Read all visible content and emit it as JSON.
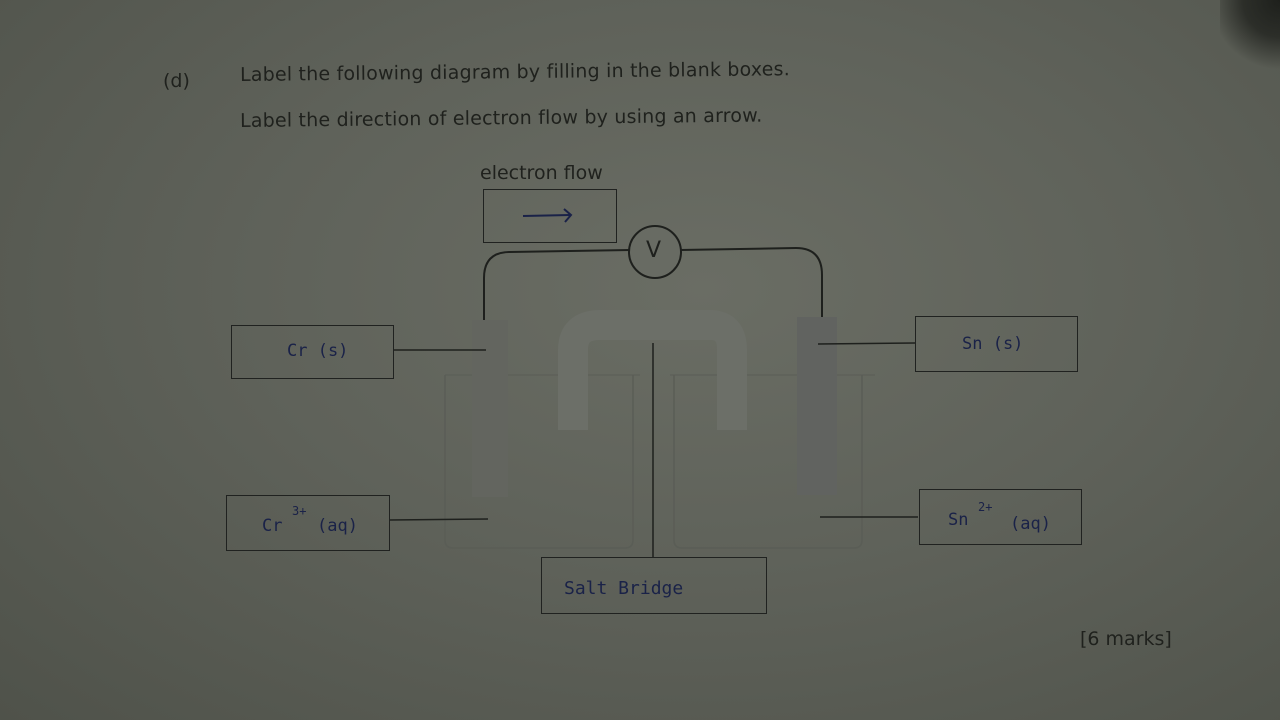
{
  "question": {
    "part": "(d)",
    "line1": "Label the following diagram by filling in the blank boxes.",
    "line2": "Label the direction of electron flow by using an arrow."
  },
  "diagram": {
    "electron_flow_label": "electron flow",
    "voltmeter_symbol": "V",
    "answers": {
      "left_electrode": "Cr (s)",
      "left_solution_base": "Cr",
      "left_solution_charge": "3+",
      "left_solution_state": "(aq)",
      "right_electrode": "Sn (s)",
      "right_solution_base": "Sn",
      "right_solution_charge": "2+",
      "right_solution_state": "(aq)",
      "salt_bridge": "Salt Bridge"
    }
  },
  "marks": "[6 marks]"
}
